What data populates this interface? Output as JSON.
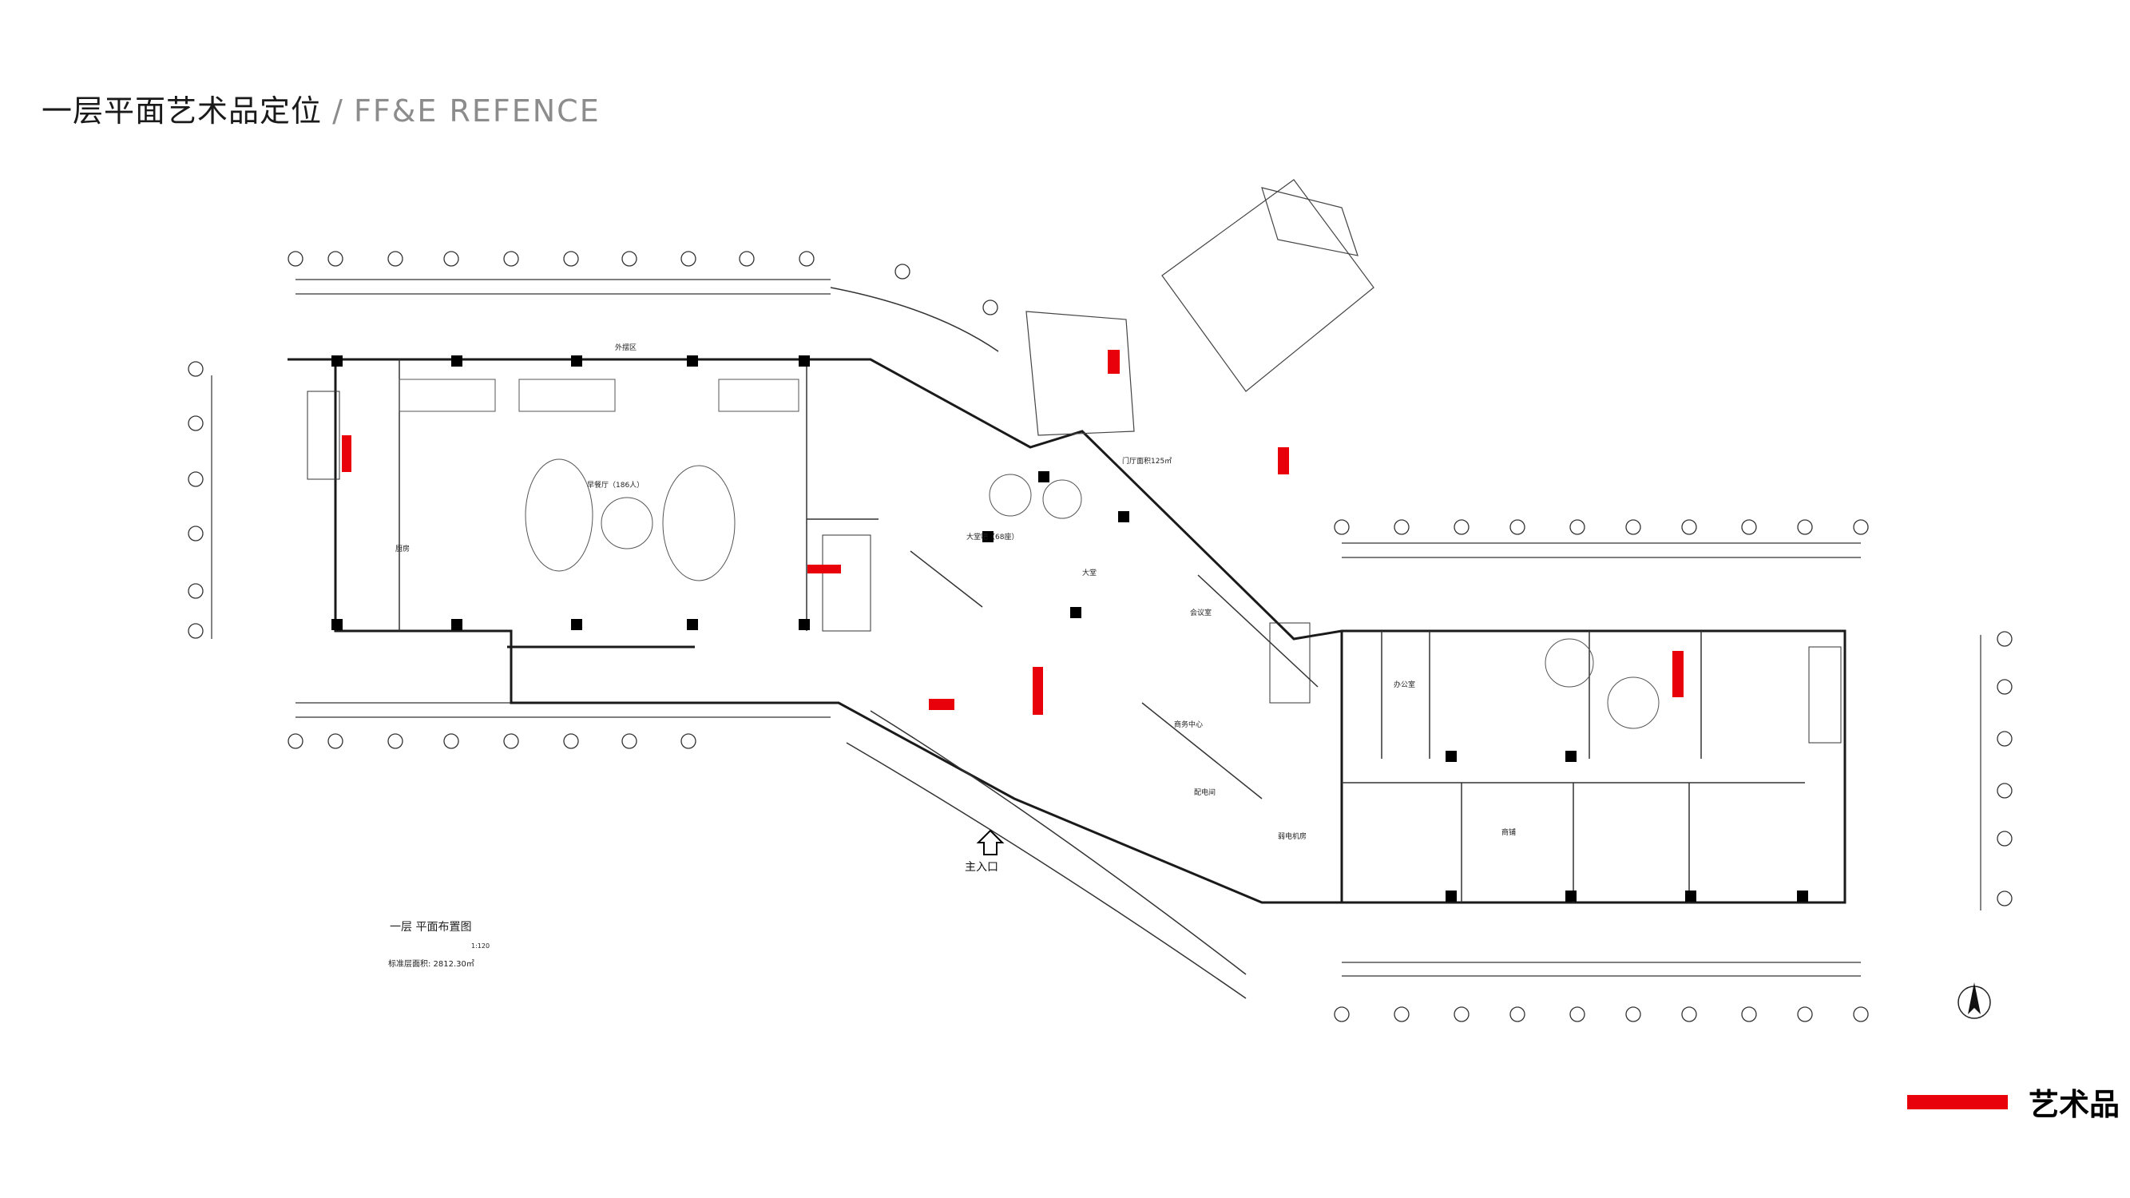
{
  "header": {
    "title_cn": "一层平面艺术品定位",
    "separator": "/",
    "title_en": "FF&E  REFENCE"
  },
  "drawing": {
    "plan_caption": "一层  平面布置图",
    "scale_label": "1:120",
    "area_label": "标准层面积: 2812.30㎡",
    "entrance_label": "主入口",
    "rooms": {
      "outdoor_area": "外摆区",
      "buffet": "早餐厅（186人）",
      "lobby_bar": "大堂吧（68座）",
      "lobby": "大堂",
      "gate_hall": "门厅面积125㎡",
      "kitchen": "厨房",
      "office": "办公室",
      "shop": "商铺",
      "meeting": "会议室",
      "business_center": "商务中心",
      "distribution": "配电间",
      "weak_current": "弱电机房"
    },
    "art_color": "#e8000b",
    "line_color": "#1a1a1a"
  },
  "legend": {
    "label": "艺术品",
    "color": "#e8000b"
  }
}
